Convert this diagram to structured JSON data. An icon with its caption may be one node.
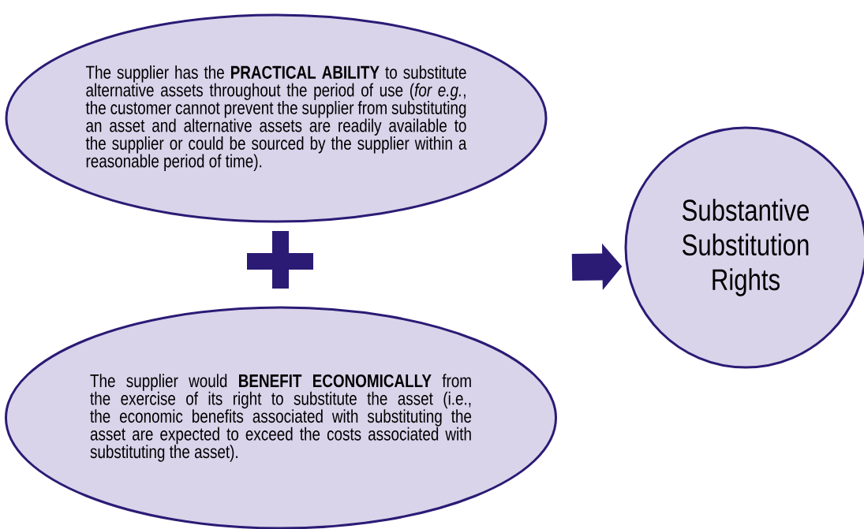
{
  "diagram": {
    "nodes": [
      {
        "text": [
          "The supplier has the **PRACTICAL ABILITY** to substitute alternative assets throughout the period of use (*for e.g.*, the customer cannot prevent the supplier from substituting an asset and alternative assets are readily available to the supplier or could be sourced by the supplier within a reasonable period of time)."
        ]
      },
      {
        "text": [
          "The supplier would **BENEFIT ECONOMICALLY** from the exercise of its right to substitute the asset (i.e., the economic benefits associated with substituting the asset are expected to exceed the costs associated with substituting the asset)."
        ]
      },
      {
        "text": [
          "Substantive Substitution Rights"
        ]
      }
    ],
    "edges": [
      {
        "from": null,
        "to": 2,
        "arrow": "to"
      }
    ]
  }
}
